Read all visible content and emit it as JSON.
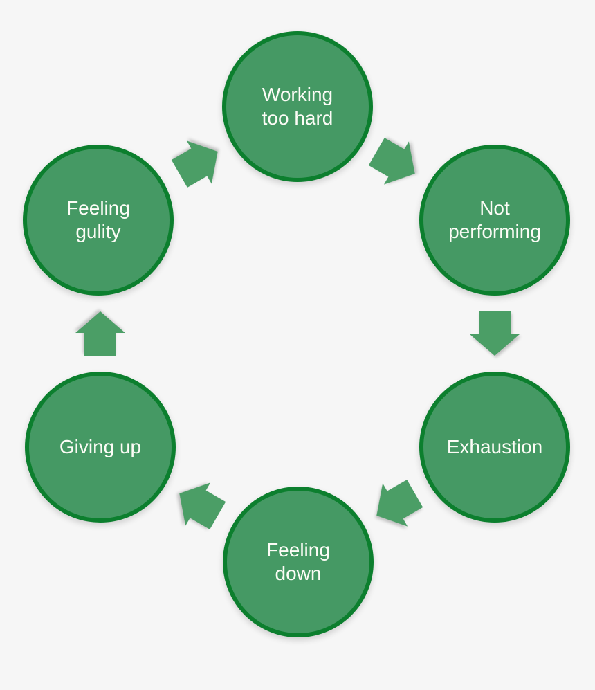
{
  "diagram": {
    "type": "cycle",
    "background_color": "#f6f6f6",
    "node_fill_color": "#459964",
    "node_border_color": "#0c7f2e",
    "arrow_color": "#4b9e66",
    "label_color": "#fcfcf6",
    "nodes": [
      {
        "label": "Working\ntoo hard"
      },
      {
        "label": "Not\nperforming"
      },
      {
        "label": "Exhaustion"
      },
      {
        "label": "Feeling\ndown"
      },
      {
        "label": "Giving up"
      },
      {
        "label": "Feeling\ngulity"
      }
    ],
    "arrows": [
      {
        "from": "Working too hard",
        "to": "Not performing",
        "direction": "down-right"
      },
      {
        "from": "Not performing",
        "to": "Exhaustion",
        "direction": "down"
      },
      {
        "from": "Exhaustion",
        "to": "Feeling down",
        "direction": "down-left"
      },
      {
        "from": "Feeling down",
        "to": "Giving up",
        "direction": "up-left"
      },
      {
        "from": "Giving up",
        "to": "Feeling gulity",
        "direction": "up"
      },
      {
        "from": "Feeling gulity",
        "to": "Working too hard",
        "direction": "up-right"
      }
    ]
  }
}
